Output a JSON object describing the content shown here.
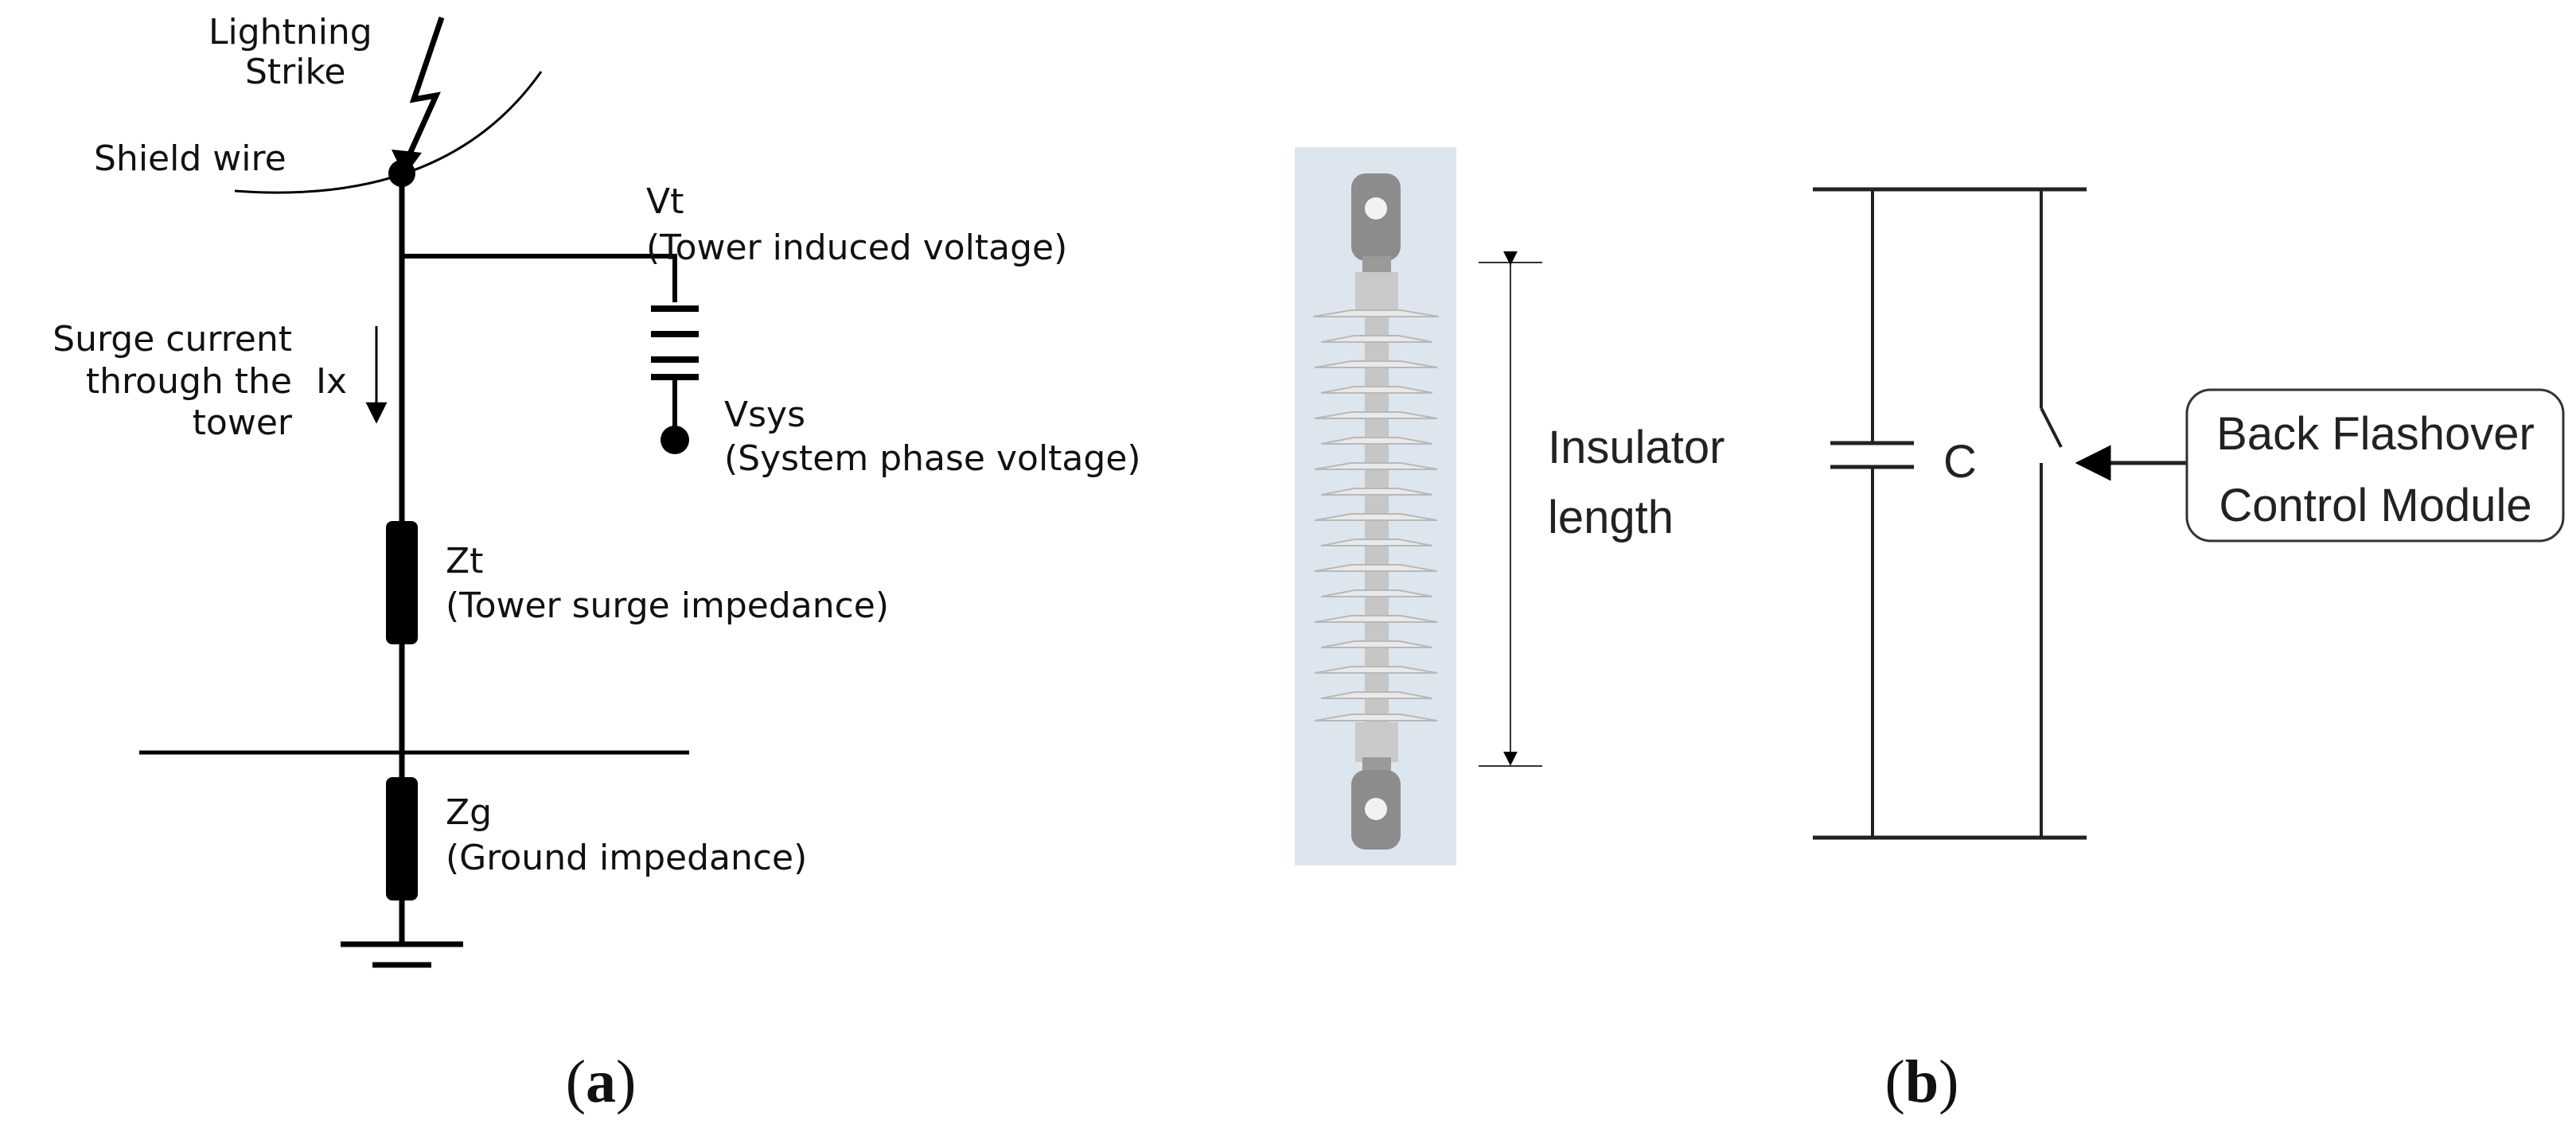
{
  "panel_a": {
    "lightning_label_line1": "Lightning",
    "lightning_label_line2": "Strike",
    "shield_wire_label": "Shield wire",
    "vt_label": "Vt",
    "vt_desc": "(Tower induced voltage)",
    "surge_line1": "Surge current",
    "surge_line2": "through the",
    "surge_line3": "tower",
    "ix_label": "Ix",
    "vsys_label": "Vsys",
    "vsys_desc": "(System phase voltage)",
    "zt_label": "Zt",
    "zt_desc": "(Tower surge impedance)",
    "zg_label": "Zg",
    "zg_desc": "(Ground impedance)",
    "caption_open": "(",
    "caption_letter": "a",
    "caption_close": ")"
  },
  "panel_b": {
    "insulator_line1": "Insulator",
    "insulator_line2": "length",
    "capacitor_label": "C",
    "module_line1": "Back Flashover",
    "module_line2": "Control Module",
    "caption_open": "(",
    "caption_letter": "b",
    "caption_close": ")"
  }
}
